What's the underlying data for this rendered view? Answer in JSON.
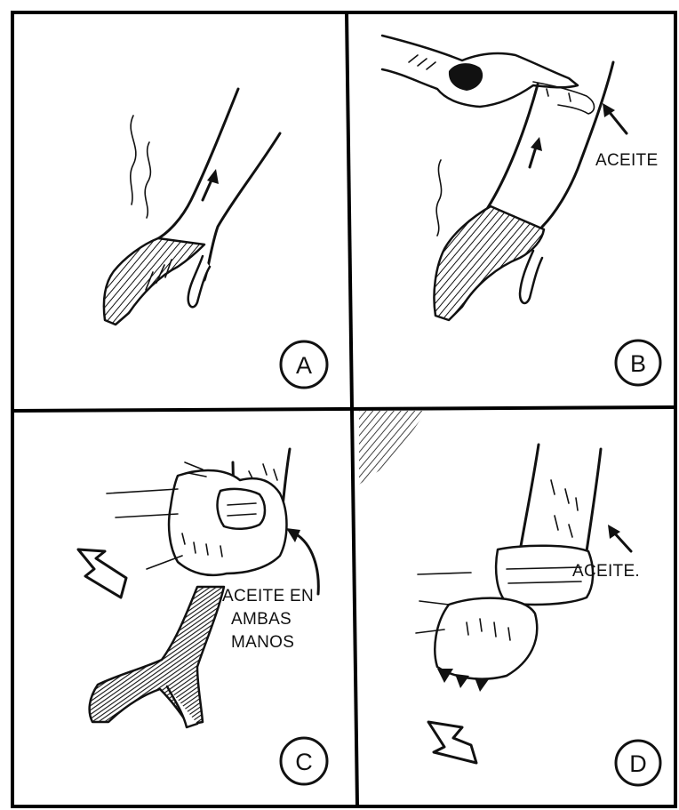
{
  "panels": [
    {
      "letter": "A"
    },
    {
      "letter": "B",
      "callout": "ACEITE"
    },
    {
      "letter": "C",
      "callout_lines": [
        "ACEITE EN",
        "AMBAS",
        "MANOS"
      ]
    },
    {
      "letter": "D",
      "callout": "ACEITE."
    }
  ],
  "colors": {
    "ink": "#111111",
    "paper": "#ffffff"
  }
}
